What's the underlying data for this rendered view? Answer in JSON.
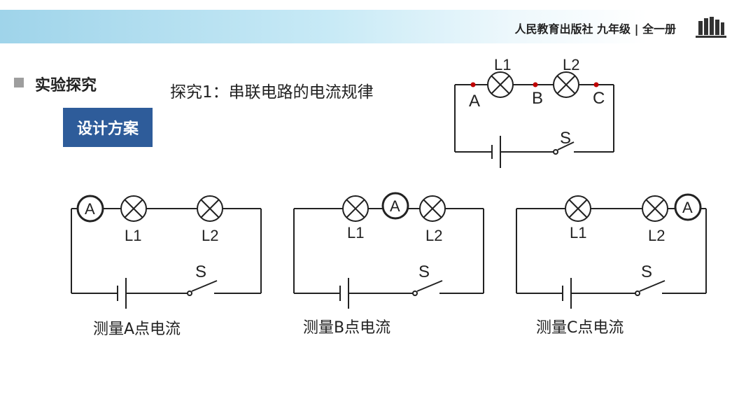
{
  "header": {
    "publisher": "人民教育出版社 九年级 | 全一册",
    "logo_icon": "books-icon"
  },
  "section": {
    "title": "实验探究"
  },
  "subtitle": "探究1：串联电路的电流规律",
  "design_button": "设计方案",
  "top_circuit": {
    "bulb1": "L1",
    "bulb2": "L2",
    "switch": "S",
    "points": [
      "A",
      "B",
      "C"
    ],
    "point_color": "#c00000"
  },
  "circuits": [
    {
      "caption": "测量A点电流",
      "ammeter": "A",
      "bulb1": "L1",
      "bulb2": "L2",
      "switch": "S"
    },
    {
      "caption": "测量B点电流",
      "ammeter": "A",
      "bulb1": "L1",
      "bulb2": "L2",
      "switch": "S"
    },
    {
      "caption": "测量C点电流",
      "ammeter": "A",
      "bulb1": "L1",
      "bulb2": "L2",
      "switch": "S"
    }
  ]
}
